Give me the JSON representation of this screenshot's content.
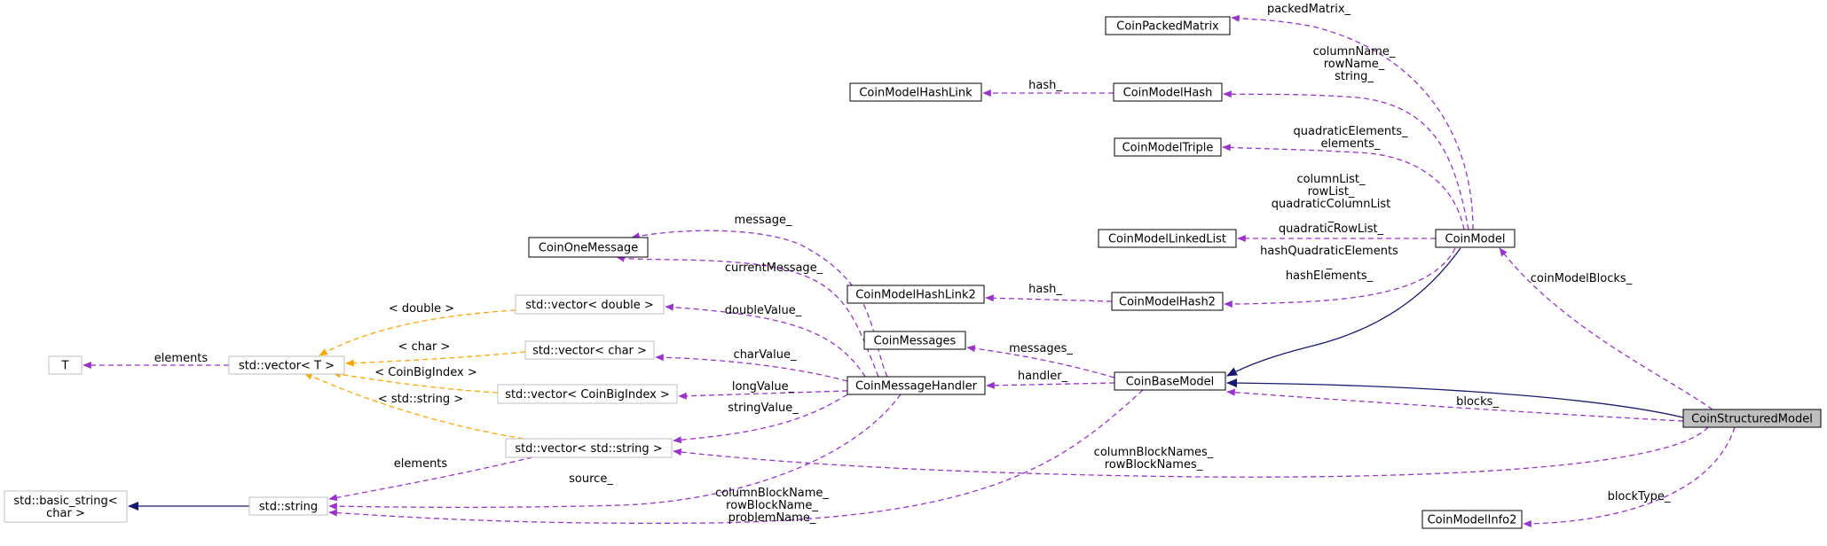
{
  "colors": {
    "usage_edge": "#9a32cd",
    "inherit_edge": "#191970",
    "template_edge": "#ffa500",
    "node_border": "#000000",
    "external_node_border": "#bfbfbf",
    "highlight_fill": "#bfbfbf"
  },
  "nodes": {
    "CoinStructuredModel": {
      "label": "CoinStructuredModel",
      "style": "highlight"
    },
    "CoinBaseModel": {
      "label": "CoinBaseModel",
      "style": "normal"
    },
    "CoinModel": {
      "label": "CoinModel",
      "style": "normal"
    },
    "CoinPackedMatrix": {
      "label": "CoinPackedMatrix",
      "style": "normal"
    },
    "CoinModelHash": {
      "label": "CoinModelHash",
      "style": "normal"
    },
    "CoinModelHashLink": {
      "label": "CoinModelHashLink",
      "style": "normal"
    },
    "CoinModelTriple": {
      "label": "CoinModelTriple",
      "style": "normal"
    },
    "CoinModelLinkedList": {
      "label": "CoinModelLinkedList",
      "style": "normal"
    },
    "CoinModelHash2": {
      "label": "CoinModelHash2",
      "style": "normal"
    },
    "CoinModelHashLink2": {
      "label": "CoinModelHashLink2",
      "style": "normal"
    },
    "CoinOneMessage": {
      "label": "CoinOneMessage",
      "style": "normal"
    },
    "CoinMessages": {
      "label": "CoinMessages",
      "style": "normal"
    },
    "CoinMessageHandler": {
      "label": "CoinMessageHandler",
      "style": "normal"
    },
    "VecDouble": {
      "label": "std::vector< double >",
      "style": "external"
    },
    "VecChar": {
      "label": "std::vector< char >",
      "style": "external"
    },
    "VecBigIndex": {
      "label": "std::vector< CoinBigIndex >",
      "style": "external"
    },
    "VecString": {
      "label": "std::vector< std::string >",
      "style": "external"
    },
    "VecT": {
      "label": "std::vector< T >",
      "style": "external"
    },
    "T": {
      "label": "T",
      "style": "external"
    },
    "StdString": {
      "label": "std::string",
      "style": "external"
    },
    "BasicString": {
      "label": "std::basic_string<\nchar >",
      "style": "external"
    },
    "CoinModelInfo2": {
      "label": "CoinModelInfo2",
      "style": "normal"
    }
  },
  "edges": [
    {
      "id": "structured-to-base-inherit",
      "from": "CoinStructuredModel",
      "to": "CoinBaseModel",
      "kind": "inherit",
      "label": ""
    },
    {
      "id": "model-to-base-inherit",
      "from": "CoinModel",
      "to": "CoinBaseModel",
      "kind": "inherit",
      "label": ""
    },
    {
      "id": "string-to-basicstring-inherit",
      "from": "StdString",
      "to": "BasicString",
      "kind": "inherit",
      "label": ""
    },
    {
      "id": "structured-blocks",
      "from": "CoinStructuredModel",
      "to": "CoinBaseModel",
      "kind": "usage",
      "label": "blocks_"
    },
    {
      "id": "structured-coinmodelblocks",
      "from": "CoinStructuredModel",
      "to": "CoinModel",
      "kind": "usage",
      "label": "coinModelBlocks_"
    },
    {
      "id": "structured-blocktype",
      "from": "CoinStructuredModel",
      "to": "CoinModelInfo2",
      "kind": "usage",
      "label": "blockType_"
    },
    {
      "id": "structured-blocknames",
      "from": "CoinStructuredModel",
      "to": "VecString",
      "kind": "usage",
      "label": "columnBlockNames_\nrowBlockNames_"
    },
    {
      "id": "model-packedmatrix",
      "from": "CoinModel",
      "to": "CoinPackedMatrix",
      "kind": "usage",
      "label": "packedMatrix_"
    },
    {
      "id": "model-hash",
      "from": "CoinModel",
      "to": "CoinModelHash",
      "kind": "usage",
      "label": "columnName_\nrowName_\nstring_"
    },
    {
      "id": "model-triple",
      "from": "CoinModel",
      "to": "CoinModelTriple",
      "kind": "usage",
      "label": "quadraticElements_\nelements_"
    },
    {
      "id": "model-linkedlist",
      "from": "CoinModel",
      "to": "CoinModelLinkedList",
      "kind": "usage",
      "label": "columnList_\nrowList_\nquadraticColumnList\n_\nquadraticRowList_"
    },
    {
      "id": "model-hash2",
      "from": "CoinModel",
      "to": "CoinModelHash2",
      "kind": "usage",
      "label": "hashQuadraticElements\n_\nhashElements_"
    },
    {
      "id": "hash-hashlink",
      "from": "CoinModelHash",
      "to": "CoinModelHashLink",
      "kind": "usage",
      "label": "hash_"
    },
    {
      "id": "hash2-hashlink2",
      "from": "CoinModelHash2",
      "to": "CoinModelHashLink2",
      "kind": "usage",
      "label": "hash_"
    },
    {
      "id": "base-handler",
      "from": "CoinBaseModel",
      "to": "CoinMessageHandler",
      "kind": "usage",
      "label": "handler_"
    },
    {
      "id": "base-messages",
      "from": "CoinBaseModel",
      "to": "CoinMessages",
      "kind": "usage",
      "label": "messages_"
    },
    {
      "id": "base-string",
      "from": "CoinBaseModel",
      "to": "StdString",
      "kind": "usage",
      "label": "columnBlockName_\nrowBlockName_\nproblemName_"
    },
    {
      "id": "handler-onemessage-message",
      "from": "CoinMessageHandler",
      "to": "CoinOneMessage",
      "kind": "usage",
      "label": "message_"
    },
    {
      "id": "handler-onemessage-current",
      "from": "CoinMessageHandler",
      "to": "CoinOneMessage",
      "kind": "usage",
      "label": "currentMessage_"
    },
    {
      "id": "handler-vecdouble",
      "from": "CoinMessageHandler",
      "to": "VecDouble",
      "kind": "usage",
      "label": "doubleValue_"
    },
    {
      "id": "handler-vecchar",
      "from": "CoinMessageHandler",
      "to": "VecChar",
      "kind": "usage",
      "label": "charValue_"
    },
    {
      "id": "handler-vecbigindex",
      "from": "CoinMessageHandler",
      "to": "VecBigIndex",
      "kind": "usage",
      "label": "longValue_"
    },
    {
      "id": "handler-vecstring",
      "from": "CoinMessageHandler",
      "to": "VecString",
      "kind": "usage",
      "label": "stringValue_"
    },
    {
      "id": "handler-string-source",
      "from": "CoinMessageHandler",
      "to": "StdString",
      "kind": "usage",
      "label": "source_"
    },
    {
      "id": "vecstring-string-elements",
      "from": "VecString",
      "to": "StdString",
      "kind": "usage",
      "label": "elements"
    },
    {
      "id": "vect-t-elements",
      "from": "VecT",
      "to": "T",
      "kind": "usage",
      "label": "elements"
    },
    {
      "id": "vecdouble-template",
      "from": "VecDouble",
      "to": "VecT",
      "kind": "template",
      "label": "< double >"
    },
    {
      "id": "vecchar-template",
      "from": "VecChar",
      "to": "VecT",
      "kind": "template",
      "label": "< char >"
    },
    {
      "id": "vecbigindex-template",
      "from": "VecBigIndex",
      "to": "VecT",
      "kind": "template",
      "label": "< CoinBigIndex >"
    },
    {
      "id": "vecstring-template",
      "from": "VecString",
      "to": "VecT",
      "kind": "template",
      "label": "< std::string >"
    }
  ]
}
